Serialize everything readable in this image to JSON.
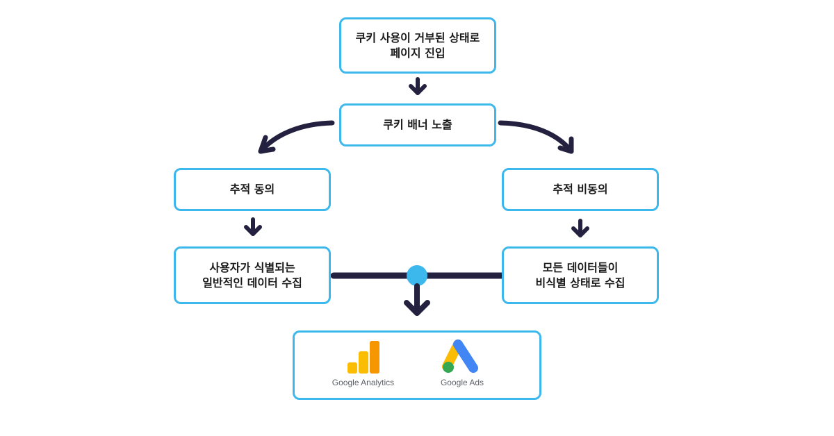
{
  "nodes": {
    "start": "쿠키 사용이 거부된 상태로\n페이지 진입",
    "banner": "쿠키 배너 노출",
    "consent": "추적 동의",
    "nonconsent": "추적 비동의",
    "identified": "사용자가 식별되는\n일반적인 데이터 수집",
    "anonymous": "모든 데이터들이\n비식별 상태로 수집"
  },
  "destinations": [
    {
      "name": "Google Analytics",
      "icon": "google-analytics-icon"
    },
    {
      "name": "Google Ads",
      "icon": "google-ads-icon"
    }
  ],
  "colors": {
    "box_border": "#3db8ec",
    "arrow": "#23213f",
    "junction": "#3db8ec"
  }
}
